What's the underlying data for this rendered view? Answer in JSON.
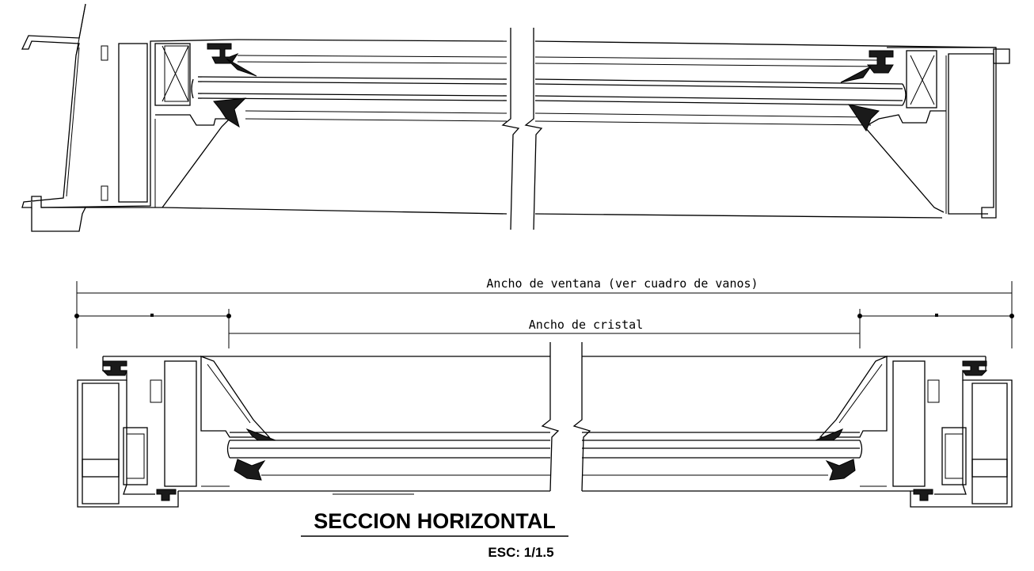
{
  "drawing": {
    "title": "SECCION HORIZONTAL",
    "scale": "ESC: 1/1.5",
    "dimensions": {
      "window_width": "Ancho de ventana (ver cuadro de vanos)",
      "glass_width": "Ancho de cristal"
    }
  }
}
